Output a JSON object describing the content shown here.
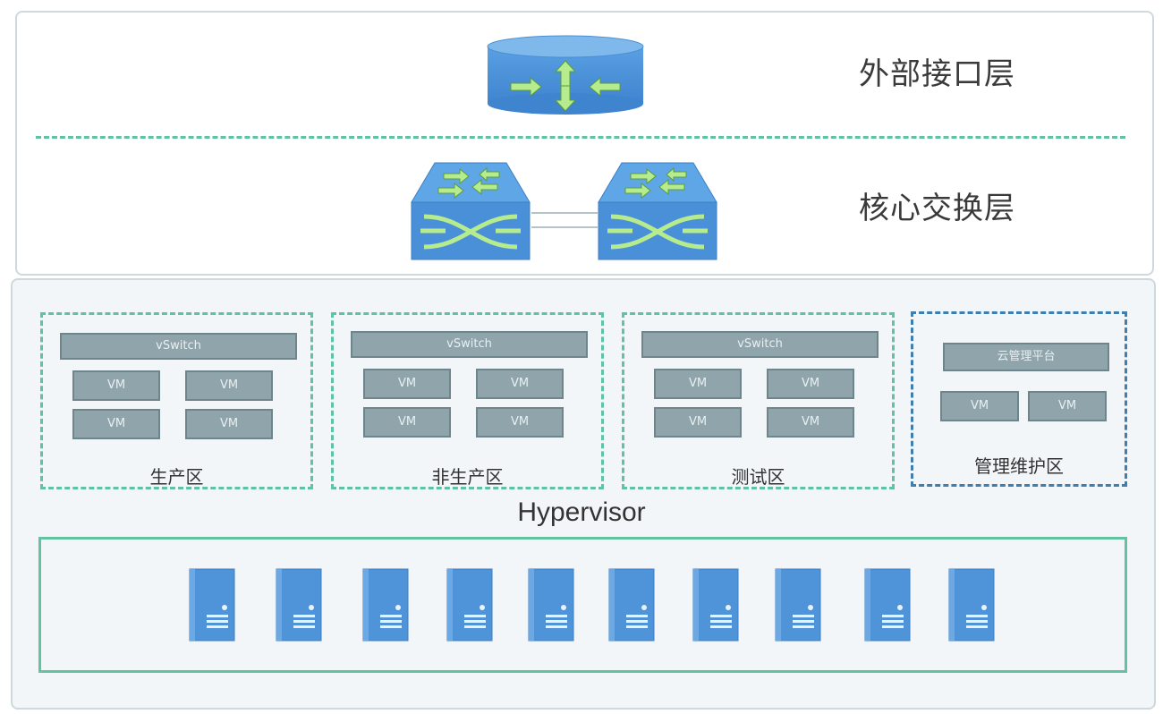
{
  "layers": {
    "external": "外部接口层",
    "core": "核心交换层"
  },
  "hypervisor": "Hypervisor",
  "zones": [
    {
      "label": "生产区",
      "switch_label": "vSwitch",
      "vms": [
        "VM",
        "VM",
        "VM",
        "VM"
      ]
    },
    {
      "label": "非生产区",
      "switch_label": "vSwitch",
      "vms": [
        "VM",
        "VM",
        "VM",
        "VM"
      ]
    },
    {
      "label": "测试区",
      "switch_label": "vSwitch",
      "vms": [
        "VM",
        "VM",
        "VM",
        "VM"
      ]
    },
    {
      "label": "管理维护区",
      "platform_label": "云管理平台",
      "vms": [
        "VM",
        "VM"
      ]
    }
  ],
  "colors": {
    "device_blue": "#4a90d9",
    "zone_dash": "#5fc3a3",
    "mgmt_dash": "#3f7fb0",
    "vm_gray": "#8fa4ab",
    "arrow_green": "#9ee07a"
  },
  "icons": {
    "router": "router-icon",
    "switch": "switch-icon",
    "server": "server-icon"
  },
  "server_count": 10
}
